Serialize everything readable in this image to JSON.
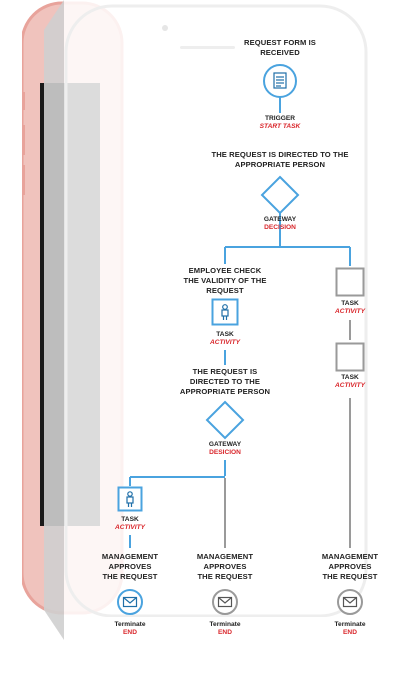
{
  "colors": {
    "blue": "#4aa3df",
    "gray": "#9a9a9a",
    "red": "#d9262b",
    "phone": "#e8a39b"
  },
  "start": {
    "title": "REQUEST FORM IS\nRECEIVED",
    "kind": "TRIGGER",
    "sub": "START TASK",
    "icon": "document-icon"
  },
  "gateway1": {
    "title": "THE REQUEST IS DIRECTED TO THE\nAPPROPRIATE PERSON",
    "kind": "GATEWAY",
    "sub": "DECISION"
  },
  "task_check": {
    "title": "EMPLOYEE CHECK\nTHE VALIDITY OF THE\nREQUEST",
    "kind": "TASK",
    "sub": "ACTIVITY",
    "icon": "person-icon"
  },
  "gateway2": {
    "title": "THE REQUEST IS\nDIRECTED TO THE\nAPPROPRIATE PERSON",
    "kind": "GATEWAY",
    "sub": "DESICION"
  },
  "right_task1": {
    "kind": "TASK",
    "sub": "ACTIVITY"
  },
  "right_task2": {
    "kind": "TASK",
    "sub": "ACTIVITY"
  },
  "task_bottom": {
    "kind": "TASK",
    "sub": "ACTIVITY",
    "icon": "person-icon"
  },
  "end_nodes": [
    {
      "title": "MANAGEMENT\nAPPROVES\nTHE REQUEST",
      "kind": "Terminate",
      "sub": "END",
      "icon": "envelope-icon"
    },
    {
      "title": "MANAGEMENT\nAPPROVES\nTHE REQUEST",
      "kind": "Terminate",
      "sub": "END",
      "icon": "envelope-icon"
    },
    {
      "title": "MANAGEMENT\nAPPROVES\nTHE REQUEST",
      "kind": "Terminate",
      "sub": "END",
      "icon": "envelope-icon"
    }
  ]
}
